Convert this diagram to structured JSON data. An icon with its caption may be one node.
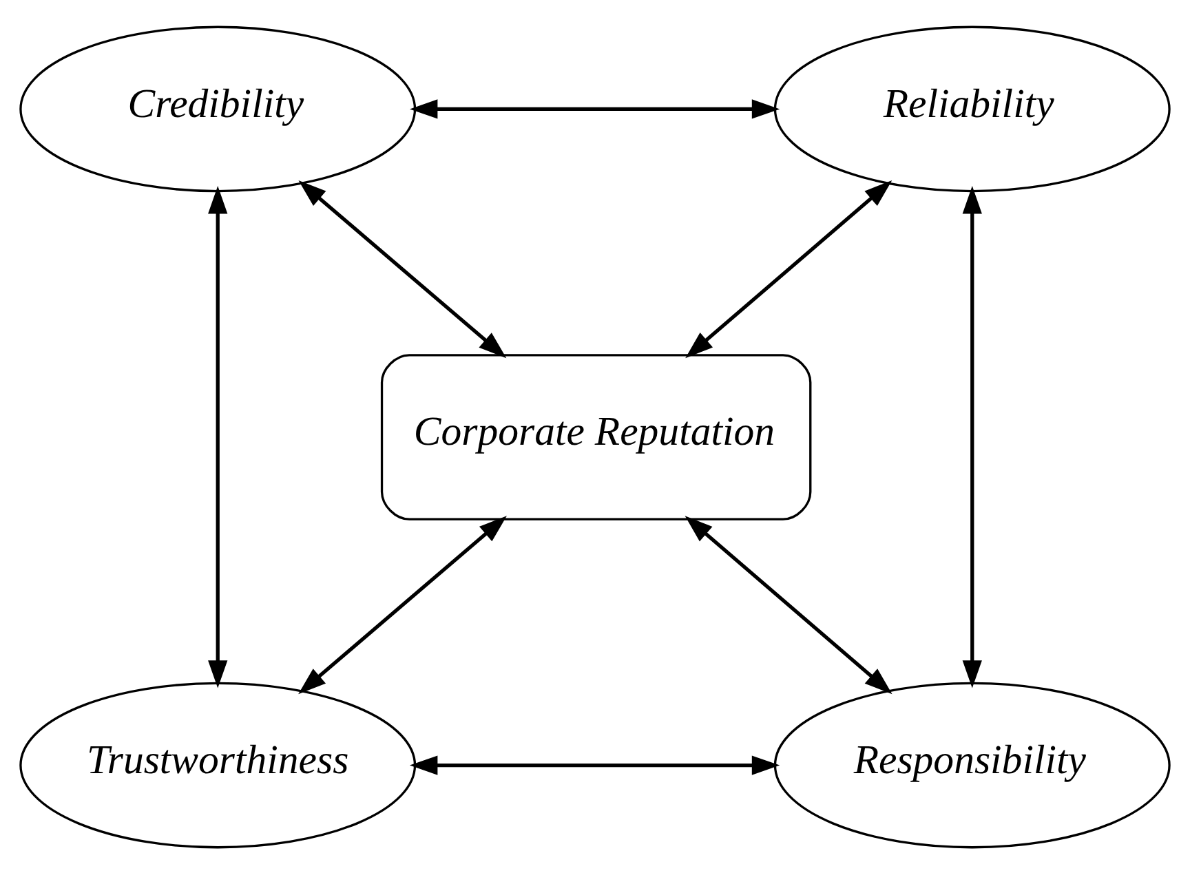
{
  "diagram": {
    "nodes": [
      {
        "text": [
          "Credibility"
        ]
      },
      {
        "text": [
          "Reliability"
        ]
      },
      {
        "text": [
          "Corporate Reputation"
        ]
      },
      {
        "text": [
          "Trustworthiness"
        ]
      },
      {
        "text": [
          "Responsibility"
        ]
      }
    ],
    "edges": [
      {
        "from": 0,
        "to": 1,
        "arrow": "both"
      },
      {
        "from": 0,
        "to": 2,
        "arrow": "both"
      },
      {
        "from": 1,
        "to": 2,
        "arrow": "both"
      },
      {
        "from": 0,
        "to": 3,
        "arrow": "both"
      },
      {
        "from": 1,
        "to": 4,
        "arrow": "both"
      },
      {
        "from": 2,
        "to": 3,
        "arrow": "both"
      },
      {
        "from": 2,
        "to": 4,
        "arrow": "both"
      },
      {
        "from": 3,
        "to": 4,
        "arrow": "both"
      }
    ]
  }
}
